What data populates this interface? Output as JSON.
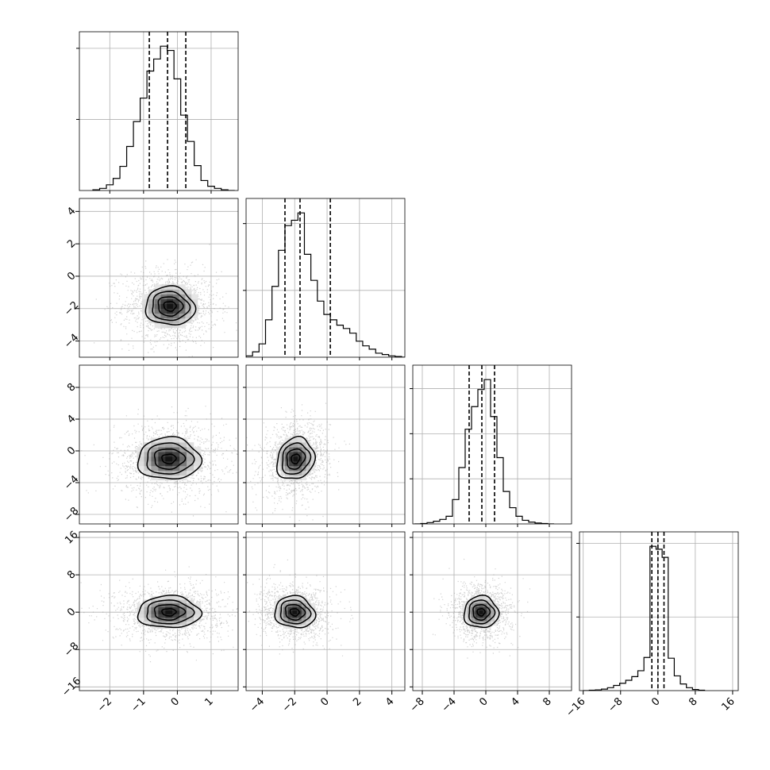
{
  "chart_data": {
    "type": "corner",
    "grid": true,
    "colors": {
      "line": "#000000",
      "grid": "#b0b0b0",
      "points": "#9a9a9a"
    },
    "variables": [
      {
        "range": [
          -2.9,
          1.8
        ],
        "ticks": [
          -2,
          -1,
          0,
          1
        ],
        "tick_labels": [
          "−2",
          "−1",
          "0",
          "1"
        ],
        "quantiles": [
          -0.83,
          -0.29,
          0.25
        ],
        "hist": {
          "edges": [
            -2.5,
            -2.3,
            -2.1,
            -1.9,
            -1.7,
            -1.5,
            -1.3,
            -1.1,
            -0.9,
            -0.7,
            -0.5,
            -0.3,
            -0.1,
            0.1,
            0.3,
            0.5,
            0.7,
            0.9,
            1.1,
            1.3,
            1.5,
            1.7
          ],
          "counts": [
            1,
            3,
            8,
            17,
            34,
            62,
            97,
            130,
            168,
            185,
            203,
            197,
            157,
            106,
            69,
            35,
            14,
            6,
            3,
            1,
            0
          ]
        }
      },
      {
        "range": [
          -5.0,
          4.8
        ],
        "ticks": [
          -4,
          -2,
          0,
          2,
          4
        ],
        "tick_labels": [
          "−4",
          "−2",
          "0",
          "2",
          "4"
        ],
        "quantiles": [
          -2.6,
          -1.67,
          0.2
        ],
        "hist": {
          "edges": [
            -5.0,
            -4.6,
            -4.2,
            -3.8,
            -3.4,
            -3.0,
            -2.6,
            -2.2,
            -1.8,
            -1.4,
            -1.0,
            -0.6,
            -0.2,
            0.2,
            0.6,
            1.0,
            1.4,
            1.8,
            2.2,
            2.6,
            3.0,
            3.4,
            3.8,
            4.2,
            4.6,
            5.0
          ],
          "counts": [
            2,
            8,
            20,
            56,
            106,
            160,
            197,
            205,
            216,
            154,
            115,
            84,
            64,
            56,
            48,
            43,
            36,
            24,
            17,
            12,
            6,
            4,
            2,
            1,
            0
          ]
        }
      },
      {
        "range": [
          -9.2,
          10.8
        ],
        "ticks": [
          -8,
          -4,
          0,
          4,
          8
        ],
        "tick_labels": [
          "−8",
          "−4",
          "0",
          "4",
          "8"
        ],
        "quantiles": [
          -2.1,
          -0.5,
          1.1
        ],
        "hist": {
          "edges": [
            -9.0,
            -8.2,
            -7.4,
            -6.6,
            -5.8,
            -5.0,
            -4.2,
            -3.4,
            -2.6,
            -1.8,
            -1.0,
            -0.2,
            0.6,
            1.4,
            2.2,
            3.0,
            3.8,
            4.6,
            5.4,
            6.2,
            7.0,
            7.8,
            8.6
          ],
          "counts": [
            0,
            1,
            3,
            6,
            10,
            17,
            54,
            125,
            210,
            260,
            298,
            320,
            238,
            147,
            72,
            36,
            17,
            8,
            4,
            2,
            1,
            0
          ]
        }
      },
      {
        "range": [
          -16.8,
          17.2
        ],
        "ticks": [
          -16,
          -8,
          0,
          8,
          16
        ],
        "tick_labels": [
          "−16",
          "−8",
          "0",
          "8",
          "16"
        ],
        "quantiles": [
          -1.3,
          0.0,
          1.3
        ],
        "hist": {
          "edges": [
            -16.0,
            -14.7,
            -13.4,
            -12.1,
            -10.8,
            -9.5,
            -8.2,
            -6.9,
            -5.6,
            -4.3,
            -3.0,
            -1.7,
            -0.4,
            0.9,
            2.2,
            3.5,
            4.8,
            6.1,
            7.4,
            8.7,
            10.0
          ],
          "counts": [
            0,
            1,
            2,
            4,
            8,
            14,
            20,
            28,
            38,
            54,
            90,
            392,
            384,
            362,
            88,
            40,
            18,
            8,
            3,
            1
          ]
        }
      }
    ],
    "pairs": [
      {
        "x": 0,
        "y": 1,
        "center": [
          -0.22,
          -1.85
        ],
        "sd": [
          0.52,
          0.85
        ],
        "corr": -0.05,
        "contours": [
          0.35,
          0.7,
          1.05,
          1.4
        ]
      },
      {
        "x": 0,
        "y": 2,
        "center": [
          -0.25,
          -1.0
        ],
        "sd": [
          0.6,
          1.7
        ],
        "corr": 0.0,
        "contours": [
          0.35,
          0.75,
          1.15,
          1.55
        ]
      },
      {
        "x": 1,
        "y": 2,
        "center": [
          -1.95,
          -1.0
        ],
        "sd": [
          0.75,
          1.7
        ],
        "corr": 0.15,
        "contours": [
          0.35,
          0.75,
          1.15,
          1.55
        ]
      },
      {
        "x": 0,
        "y": 3,
        "center": [
          -0.25,
          0.0
        ],
        "sd": [
          0.6,
          2.2
        ],
        "corr": 0.0,
        "contours": [
          0.35,
          0.75,
          1.15,
          1.55
        ]
      },
      {
        "x": 1,
        "y": 3,
        "center": [
          -2.0,
          0.0
        ],
        "sd": [
          0.8,
          2.2
        ],
        "corr": -0.1,
        "contours": [
          0.35,
          0.75,
          1.15,
          1.55
        ]
      },
      {
        "x": 2,
        "y": 3,
        "center": [
          -0.6,
          0.0
        ],
        "sd": [
          1.4,
          2.2
        ],
        "corr": 0.0,
        "contours": [
          0.35,
          0.75,
          1.15,
          1.55
        ]
      }
    ]
  }
}
